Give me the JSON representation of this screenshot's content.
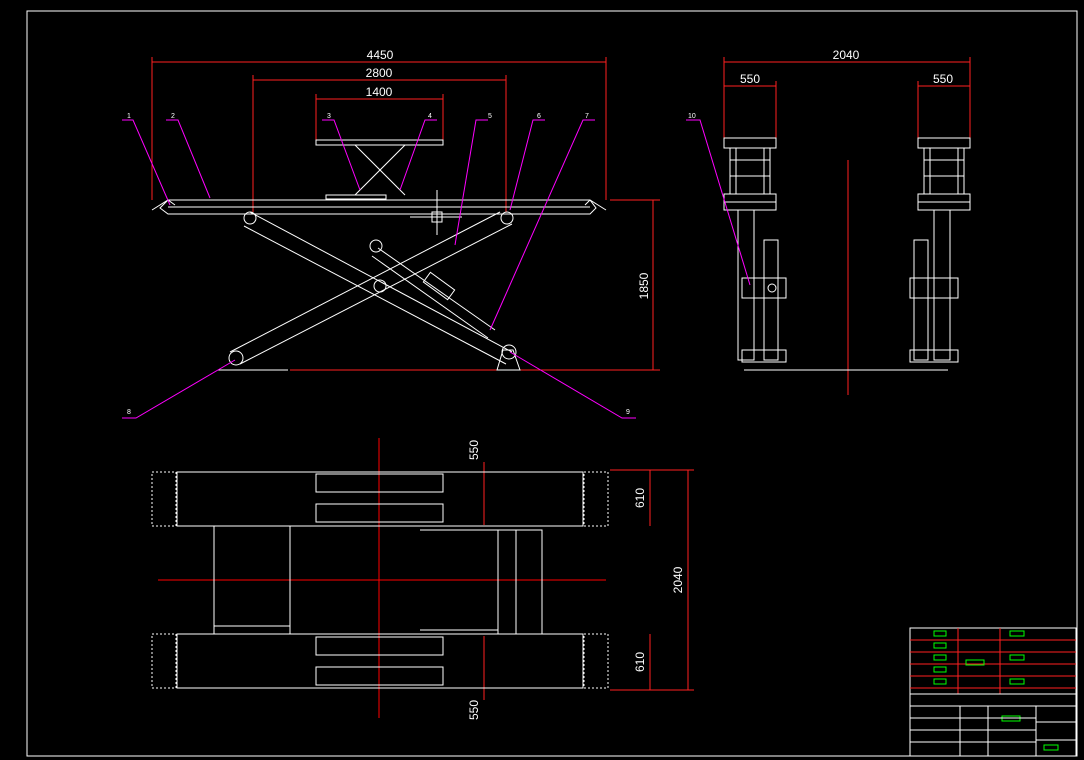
{
  "colors": {
    "background": "#000000",
    "lines": "#ffffff",
    "dimension_lines": "#ff2020",
    "center_lines": "#ff0000",
    "leaders": "#ff00ff",
    "title_block_green": "#00ff00",
    "title_block_yellow": "#ffff00"
  },
  "front_view": {
    "dims": {
      "overall": "4450",
      "inner": "2800",
      "top": "1400",
      "height": "1850"
    },
    "part_labels": [
      "1",
      "2",
      "3",
      "4",
      "5",
      "6",
      "7",
      "8",
      "9"
    ]
  },
  "side_view": {
    "dims": {
      "overall": "2040",
      "left": "550",
      "right": "550"
    },
    "part_label": "10"
  },
  "top_view": {
    "dims": {
      "top_offset": "550",
      "bottom_offset": "550",
      "upper_width": "610",
      "lower_width": "610",
      "overall": "2040"
    }
  }
}
